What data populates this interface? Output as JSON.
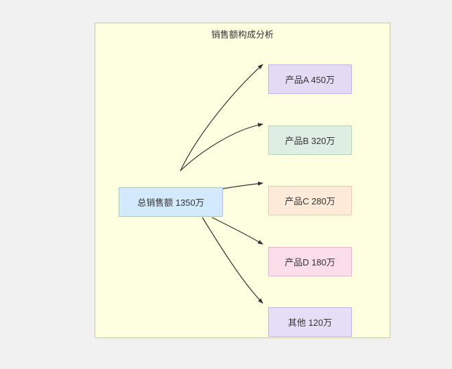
{
  "diagram": {
    "title": "销售额构成分析",
    "canvas_background": "#feffe0",
    "edge_color": "#333333",
    "nodes": {
      "source": {
        "label": "总销售额 1350万",
        "fill": "#d3eafd",
        "border": "#9fc4e7"
      },
      "targets": [
        {
          "id": "product-a",
          "label": "产品A 450万",
          "fill": "#e4daf4",
          "border": "#c3aee6"
        },
        {
          "id": "product-b",
          "label": "产品B 320万",
          "fill": "#dfeee2",
          "border": "#b5d6bb"
        },
        {
          "id": "product-c",
          "label": "产品C 280万",
          "fill": "#fdead8",
          "border": "#eccaa4"
        },
        {
          "id": "product-d",
          "label": "产品D 180万",
          "fill": "#fadde8",
          "border": "#eab3cb"
        },
        {
          "id": "other",
          "label": "其他 120万",
          "fill": "#e6def6",
          "border": "#c3aee6"
        }
      ]
    },
    "edges": [
      {
        "from": "总销售额 1350万",
        "to": "产品A 450万"
      },
      {
        "from": "总销售额 1350万",
        "to": "产品B 320万"
      },
      {
        "from": "总销售额 1350万",
        "to": "产品C 280万"
      },
      {
        "from": "总销售额 1350万",
        "to": "产品D 180万"
      },
      {
        "from": "总销售额 1350万",
        "to": "其他 120万"
      }
    ]
  }
}
